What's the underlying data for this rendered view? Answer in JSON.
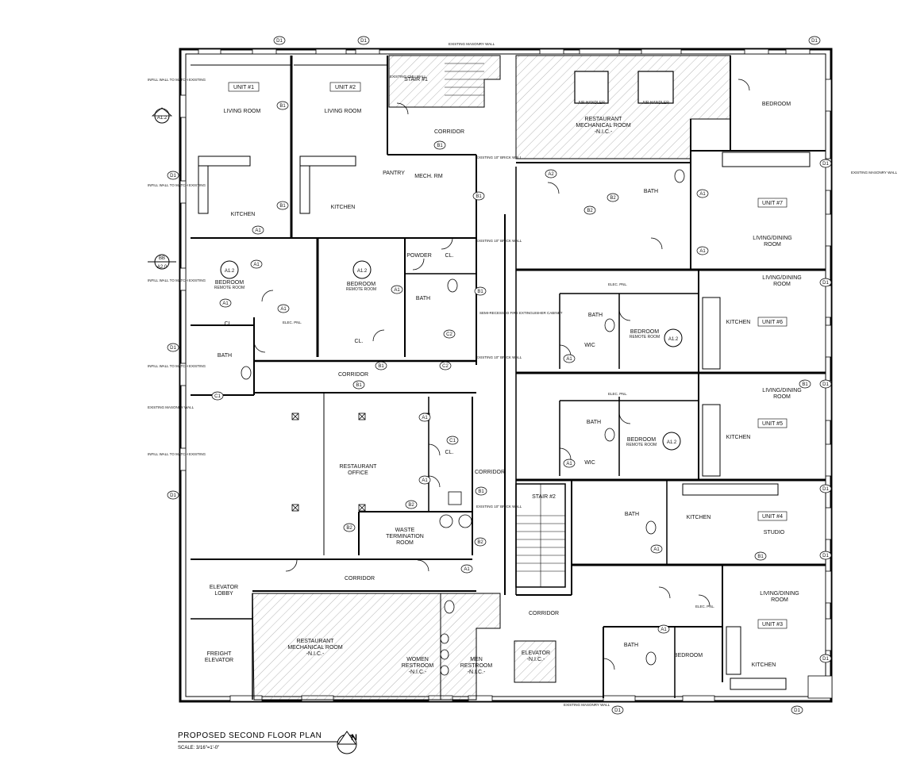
{
  "units": {
    "u1": "UNIT #1",
    "u2": "UNIT #2",
    "u3": "UNIT #3",
    "u4": "UNIT #4",
    "u5": "UNIT #5",
    "u6": "UNIT #6",
    "u7": "UNIT #7"
  },
  "rooms": {
    "living_room": "LIVING ROOM",
    "kitchen": "KITCHEN",
    "bedroom": "BEDROOM",
    "remote_room": "REMOTE ROOM",
    "bath": "BATH",
    "corridor": "CORRIDOR",
    "pantry": "PANTRY",
    "mech_rm": "MECH. RM",
    "powder": "POWDER",
    "cl": "CL.",
    "wic": "WIC",
    "stair1": "STAIR #1",
    "stair2": "STAIR #2",
    "living_dining_1": "LIVING/DINING",
    "living_dining_2": "ROOM",
    "studio": "STUDIO",
    "rest_mech_1": "RESTAURANT",
    "rest_mech_2": "MECHANICAL ROOM",
    "nic": "-N.I.C.-",
    "rest_office_1": "RESTAURANT",
    "rest_office_2": "OFFICE",
    "waste_1": "WASTE",
    "waste_2": "TERMINATION",
    "waste_3": "ROOM",
    "elev_lobby_1": "ELEVATOR",
    "elev_lobby_2": "LOBBY",
    "freight_1": "FREIGHT",
    "freight_2": "ELEVATOR",
    "women_1": "WOMEN",
    "women_2": "RESTROOM",
    "men_1": "MEN",
    "men_2": "RESTROOM",
    "elevator": "ELEVATOR",
    "air_handler": "AIR HANDLER",
    "elec_pnl": "ELEC. PNL."
  },
  "notes": {
    "infill": "INFILL WALL TO MATCH EXISTING",
    "existing_masonry": "EXISTING MASONRY WALL",
    "existing_cmu": "EXISTING CMU WALL",
    "existing_brick": "EXISTING 10\" BRICK WALL",
    "semi_recessed": "SEMI-RECESSED FIRE EXTINGUISHER CABINET"
  },
  "tags": {
    "a1": "A1",
    "a2": "A2",
    "b1": "B1",
    "b2": "B2",
    "c1": "C1",
    "c2": "C2",
    "d1": "D1",
    "a12": "A1.2",
    "a20": "A2.0",
    "bb": "BB"
  },
  "title": {
    "text": "PROPOSED SECOND FLOOR PLAN",
    "scale": "SCALE: 3/16\"=1'-0\"",
    "north": "N"
  }
}
